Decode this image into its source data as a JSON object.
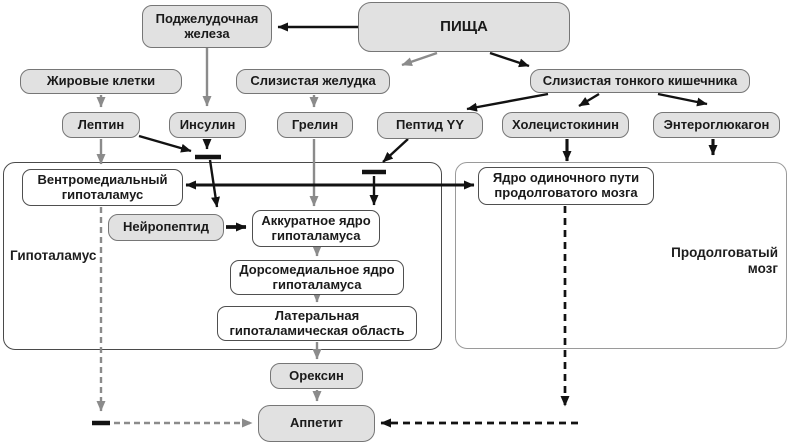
{
  "diagram": {
    "language": "ru",
    "nodes": {
      "food": "ПИЩА",
      "pancreas": "Поджелудочная железа",
      "fat_cells": "Жировые клетки",
      "stomach_mucosa": "Слизистая желудка",
      "intestine_mucosa": "Слизистая тонкого кишечника",
      "leptin": "Лептин",
      "insulin": "Инсулин",
      "ghrelin": "Грелин",
      "peptide_yy": "Пептид YY",
      "cholecystokinin": "Холецистокинин",
      "enteroglucagon": "Энтероглюкагон",
      "vmh": "Вентромедиальный гипоталамус",
      "neuropeptide": "Нейропептид",
      "arcuate": "Аккуратное ядро гипоталамуса",
      "dmh": "Дорсомедиальное ядро гипоталамуса",
      "lha": "Латеральная гипоталамическая область",
      "nts": "Ядро одиночного пути продолговатого мозга",
      "orexin": "Орексин",
      "appetite": "Аппетит"
    },
    "regions": {
      "hypothalamus": "Гипоталамус",
      "medulla": "Продолговатый мозг"
    },
    "colors": {
      "node_fill_gray": "#e1e1e1",
      "node_fill_white": "#ffffff",
      "edge_black": "#121212",
      "edge_gray": "#8b8b8b"
    },
    "edges": [
      {
        "from": "food",
        "to": "pancreas",
        "color": "black",
        "style": "solid",
        "end": "arrow"
      },
      {
        "from": "food",
        "to": "stomach_mucosa",
        "color": "gray",
        "style": "solid",
        "end": "arrow"
      },
      {
        "from": "food",
        "to": "intestine_mucosa",
        "color": "black",
        "style": "solid",
        "end": "arrow"
      },
      {
        "from": "pancreas",
        "to": "insulin",
        "color": "gray",
        "style": "solid",
        "end": "arrow"
      },
      {
        "from": "fat_cells",
        "to": "leptin",
        "color": "gray",
        "style": "solid",
        "end": "arrow"
      },
      {
        "from": "stomach_mucosa",
        "to": "ghrelin",
        "color": "gray",
        "style": "solid",
        "end": "arrow"
      },
      {
        "from": "intestine_mucosa",
        "to": "peptide_yy",
        "color": "black",
        "style": "solid",
        "end": "arrow"
      },
      {
        "from": "intestine_mucosa",
        "to": "cholecystokinin",
        "color": "black",
        "style": "solid",
        "end": "arrow"
      },
      {
        "from": "intestine_mucosa",
        "to": "enteroglucagon",
        "color": "black",
        "style": "solid",
        "end": "arrow"
      },
      {
        "from": "leptin",
        "to": "vmh",
        "color": "gray",
        "style": "solid",
        "end": "arrow"
      },
      {
        "from": "leptin",
        "to": "neuropeptide",
        "color": "black",
        "style": "solid",
        "end": "tbar-arrow"
      },
      {
        "from": "insulin",
        "to": "neuropeptide",
        "color": "black",
        "style": "solid",
        "end": "tbar-arrow"
      },
      {
        "from": "ghrelin",
        "to": "arcuate",
        "color": "gray",
        "style": "solid",
        "end": "arrow"
      },
      {
        "from": "peptide_yy",
        "to": "arcuate",
        "color": "black",
        "style": "solid",
        "end": "tbar-arrow"
      },
      {
        "from": "vmh",
        "to": "nts",
        "color": "black",
        "style": "solid",
        "end": "double-arrow"
      },
      {
        "from": "cholecystokinin",
        "to": "nts",
        "color": "black",
        "style": "solid",
        "end": "arrow"
      },
      {
        "from": "enteroglucagon",
        "to": "medulla_region",
        "color": "black",
        "style": "solid",
        "end": "arrow"
      },
      {
        "from": "neuropeptide",
        "to": "arcuate",
        "color": "black",
        "style": "solid",
        "end": "arrow"
      },
      {
        "from": "arcuate",
        "to": "dmh",
        "color": "gray",
        "style": "solid",
        "end": "arrow"
      },
      {
        "from": "dmh",
        "to": "lha",
        "color": "gray",
        "style": "solid",
        "end": "arrow"
      },
      {
        "from": "lha",
        "to": "orexin",
        "color": "gray",
        "style": "solid",
        "end": "arrow"
      },
      {
        "from": "orexin",
        "to": "appetite",
        "color": "gray",
        "style": "solid",
        "end": "arrow"
      },
      {
        "from": "vmh",
        "to": "appetite",
        "color": "gray",
        "style": "dashed",
        "end": "bar-arrow"
      },
      {
        "from": "nts",
        "to": "appetite",
        "color": "black",
        "style": "dashed",
        "end": "arrow"
      }
    ]
  }
}
